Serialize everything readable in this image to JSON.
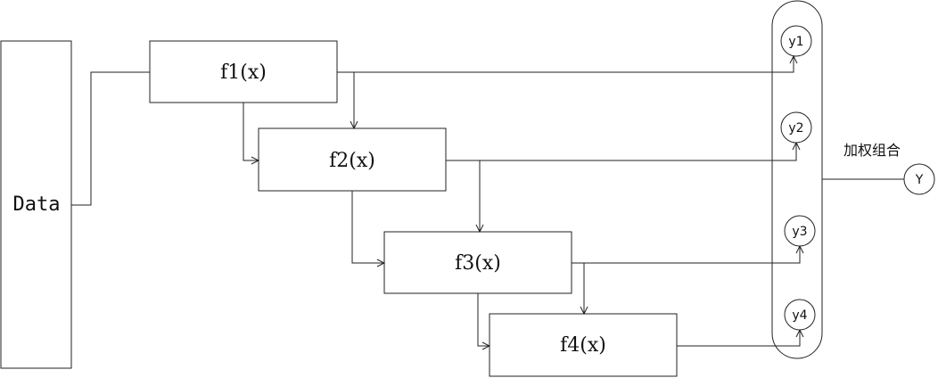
{
  "input": {
    "label": "Data"
  },
  "functions": [
    {
      "label": "f1(x)"
    },
    {
      "label": "f2(x)"
    },
    {
      "label": "f3(x)"
    },
    {
      "label": "f4(x)"
    }
  ],
  "outputs": [
    {
      "label": "y1"
    },
    {
      "label": "y2"
    },
    {
      "label": "y3"
    },
    {
      "label": "y4"
    }
  ],
  "combine": {
    "label": "加权组合"
  },
  "result": {
    "label": "Y"
  }
}
